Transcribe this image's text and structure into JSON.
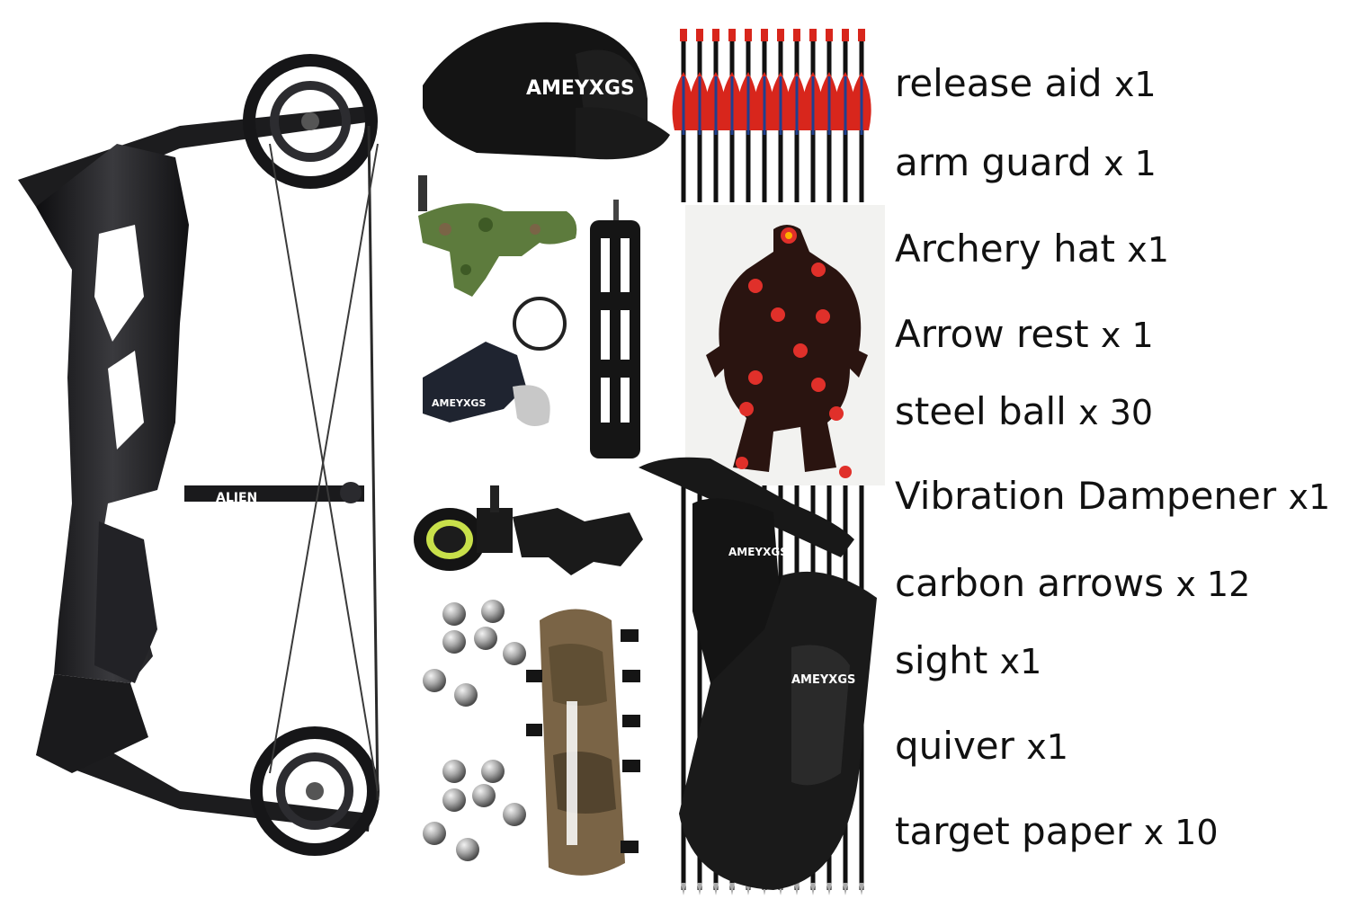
{
  "product": {
    "items": [
      {
        "name": "release aid",
        "qty": "x1"
      },
      {
        "name": "arm guard",
        "qty": "x 1"
      },
      {
        "name": "Archery hat",
        "qty": "x1"
      },
      {
        "name": "Arrow rest",
        "qty": "x 1"
      },
      {
        "name": "steel ball",
        "qty": "x 30"
      },
      {
        "name": "Vibration Dampener",
        "qty": "x1"
      },
      {
        "name": "carbon arrows",
        "qty": "x 12"
      },
      {
        "name": "sight",
        "qty": "x1"
      },
      {
        "name": "quiver",
        "qty": "x1"
      },
      {
        "name": "target paper",
        "qty": "x 10"
      }
    ],
    "logos": {
      "hat_text": "AMEYXGS",
      "bow_label": "ALIEN",
      "rest_text": "AMEYXGS",
      "quiver_text_1": "AMEYXGS",
      "quiver_text_2": "AMEYXGS"
    }
  },
  "colors": {
    "background": "#ffffff",
    "text": "#111111",
    "bow": "#1c1c1e",
    "arrow_fletch_red": "#d8261c",
    "arrow_fletch_blue": "#1f3f8f",
    "target_silhouette": "#2a1410",
    "target_rings": "#e0302a",
    "camo_green": "#5d7b3d",
    "camo_brown": "#7a6446",
    "steel": "#9a9a9a"
  },
  "icons": {
    "bow": "compound-bow-icon",
    "hat": "cap-icon",
    "release": "release-aid-icon",
    "dampener": "stabilizer-icon",
    "rest": "arrow-rest-icon",
    "sight": "bow-sight-icon",
    "balls": "steel-ball-icon",
    "guard": "arm-guard-icon",
    "arrows": "arrow-icon",
    "target": "target-paper-icon",
    "quiver": "quiver-icon"
  }
}
